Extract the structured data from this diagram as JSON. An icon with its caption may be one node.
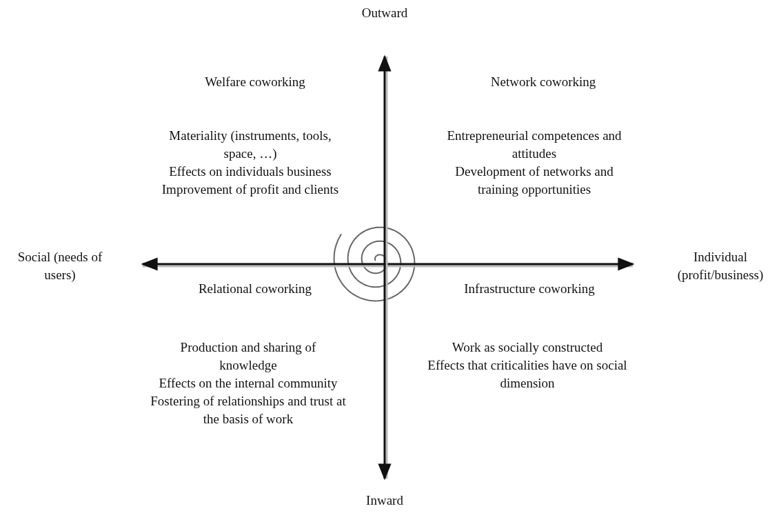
{
  "diagram": {
    "labels": [
      "Outward",
      "Welfare coworking",
      "Network coworking",
      "Materiality (instruments, tools, space, …)",
      "Effects on individuals business",
      "Improvement of profit and clients",
      "Entrepreneurial competences and attitudes",
      "Development of networks and training opportunities",
      "Social (needs of users)",
      "Individual (profit/business)",
      "Relational coworking",
      "Infrastructure coworking",
      "Production and sharing of knowledge",
      "Effects on the internal community",
      "Fostering of relationships and trust at the basis of work",
      "Work as socially constructed",
      "Effects that criticalities have on social dimension",
      "Inward"
    ]
  }
}
